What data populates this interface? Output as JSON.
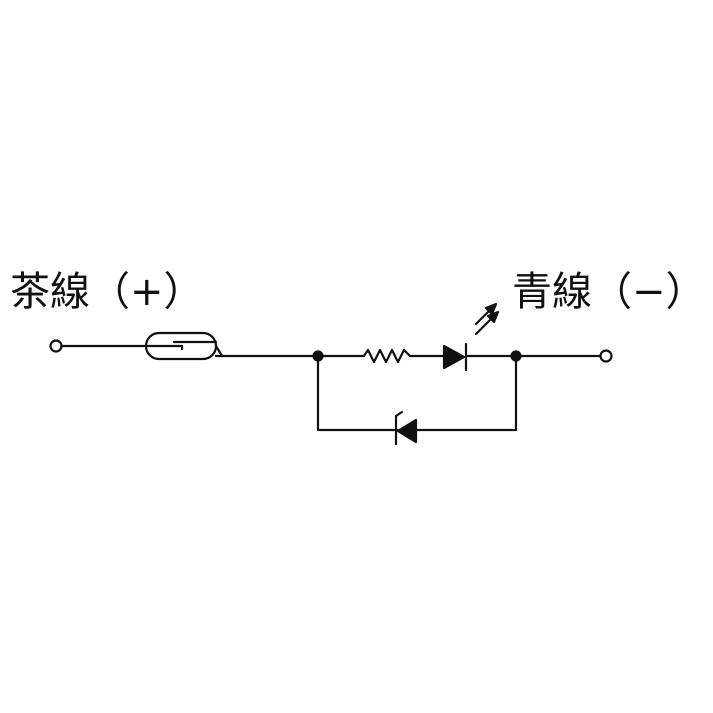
{
  "labels": {
    "positive_lead": "茶線（+）",
    "negative_lead": "青線（−）"
  },
  "colors": {
    "background": "#ffffff",
    "stroke": "#111111"
  },
  "components": [
    "reed-switch",
    "resistor",
    "light-emitting-diode",
    "zener-diode"
  ]
}
